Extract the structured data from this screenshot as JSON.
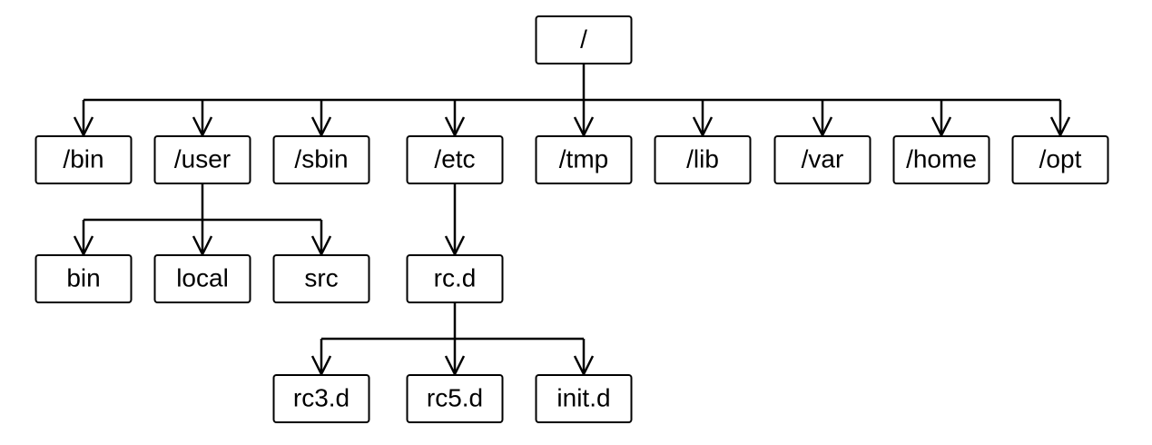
{
  "diagram": {
    "nodes": {
      "root": "/",
      "bin": "/bin",
      "user": "/user",
      "sbin": "/sbin",
      "etc": "/etc",
      "tmp": "/tmp",
      "lib": "/lib",
      "var": "/var",
      "home": "/home",
      "opt": "/opt",
      "user_bin": "bin",
      "user_local": "local",
      "user_src": "src",
      "rcd": "rc.d",
      "rc3d": "rc3.d",
      "rc5d": "rc5.d",
      "initd": "init.d"
    },
    "edges": [
      [
        "root",
        "bin"
      ],
      [
        "root",
        "user"
      ],
      [
        "root",
        "sbin"
      ],
      [
        "root",
        "etc"
      ],
      [
        "root",
        "tmp"
      ],
      [
        "root",
        "lib"
      ],
      [
        "root",
        "var"
      ],
      [
        "root",
        "home"
      ],
      [
        "root",
        "opt"
      ],
      [
        "user",
        "user_bin"
      ],
      [
        "user",
        "user_local"
      ],
      [
        "user",
        "user_src"
      ],
      [
        "etc",
        "rcd"
      ],
      [
        "rcd",
        "rc3d"
      ],
      [
        "rcd",
        "rc5d"
      ],
      [
        "rcd",
        "initd"
      ]
    ]
  }
}
